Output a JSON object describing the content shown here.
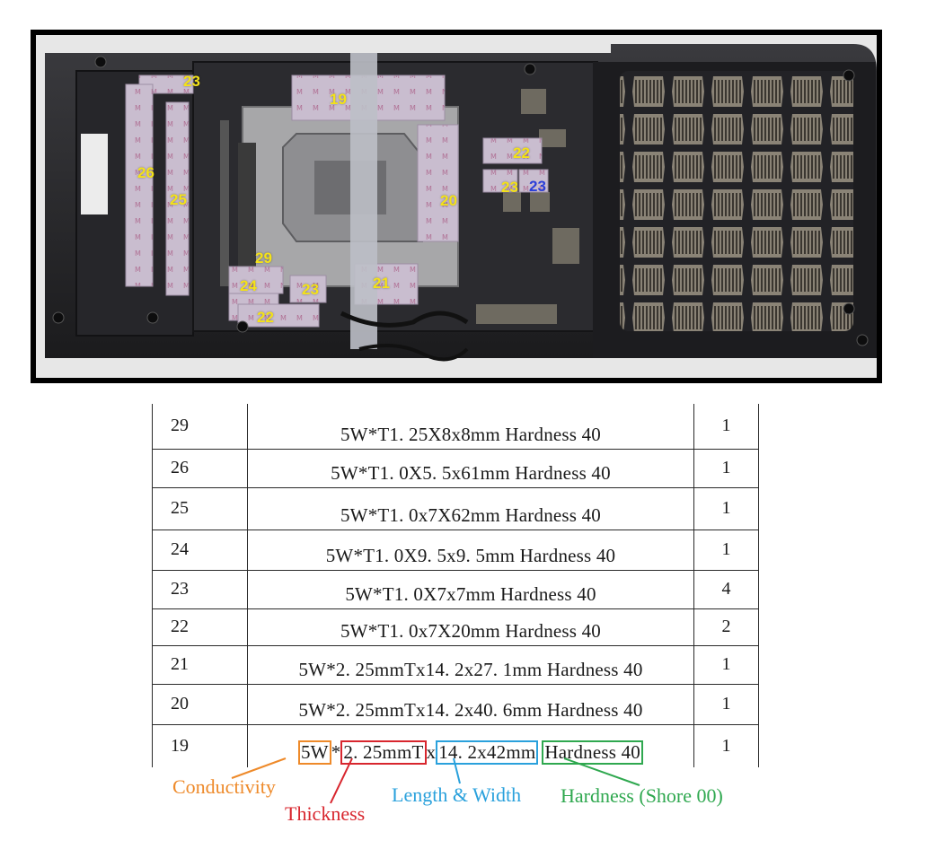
{
  "photo": {
    "pad_labels": [
      {
        "text": "23",
        "color": "yellow"
      },
      {
        "text": "19",
        "color": "yellow"
      },
      {
        "text": "26",
        "color": "yellow"
      },
      {
        "text": "25",
        "color": "yellow"
      },
      {
        "text": "22",
        "color": "yellow"
      },
      {
        "text": "23",
        "color": "yellow"
      },
      {
        "text": "23",
        "color": "blue"
      },
      {
        "text": "20",
        "color": "yellow"
      },
      {
        "text": "29",
        "color": "yellow"
      },
      {
        "text": "24",
        "color": "yellow"
      },
      {
        "text": "23",
        "color": "yellow"
      },
      {
        "text": "21",
        "color": "yellow"
      },
      {
        "text": "22",
        "color": "yellow"
      }
    ]
  },
  "table": {
    "rows": [
      {
        "id": "29",
        "desc": "5W*T1. 25X8x8mm  Hardness 40",
        "qty": "1"
      },
      {
        "id": "26",
        "desc": "5W*T1. 0X5. 5x61mm Hardness 40",
        "qty": "1"
      },
      {
        "id": "25",
        "desc": "5W*T1. 0x7X62mm Hardness 40",
        "qty": "1"
      },
      {
        "id": "24",
        "desc": "5W*T1. 0X9. 5x9. 5mm Hardness 40",
        "qty": "1"
      },
      {
        "id": "23",
        "desc": "5W*T1. 0X7x7mm Hardness 40",
        "qty": "4"
      },
      {
        "id": "22",
        "desc": "5W*T1. 0x7X20mm Hardness 40",
        "qty": "2"
      },
      {
        "id": "21",
        "desc": "5W*2. 25mmTx14. 2x27. 1mm Hardness 40",
        "qty": "1"
      },
      {
        "id": "20",
        "desc": "5W*2. 25mmTx14. 2x40. 6mm Hardness 40",
        "qty": "1"
      }
    ],
    "last_row": {
      "id": "19",
      "seg_conductivity": "5W",
      "seg_star": "*",
      "seg_thickness": "2. 25mmT",
      "seg_x": "x",
      "seg_length_width": "14. 2x42mm",
      "seg_hardness": "Hardness 40",
      "qty": "1"
    }
  },
  "legend": {
    "conductivity": "Conductivity",
    "thickness": "Thickness",
    "length_width": "Length & Width",
    "hardness": "Hardness (Shore 00)"
  },
  "colors": {
    "conductivity": "#ee8a2a",
    "thickness": "#d8262e",
    "length_width": "#2aa1dc",
    "hardness": "#2fa84f",
    "pad_label_yellow": "#f4e218",
    "pad_label_blue": "#2b3fd8"
  }
}
